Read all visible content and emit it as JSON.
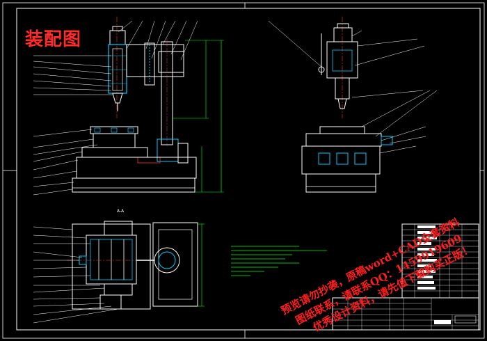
{
  "drawing": {
    "title": "装配图",
    "section_label": "A-A"
  },
  "watermark": {
    "line1": "预览请勿抄袭，原稿word+CAD全套资料",
    "line2": "图纸联系，请联系QQ：1459919609",
    "line3": "优秀设计资料，请先值下载购买正版！"
  },
  "colors": {
    "background": "#000000",
    "frame": "#ffffff",
    "outline": "#ffffff",
    "dimension": "#00ff00",
    "center_line": "#ff3333",
    "part": "#00ccff",
    "leader": "#ffffff",
    "watermark": "#ff1e1e"
  }
}
